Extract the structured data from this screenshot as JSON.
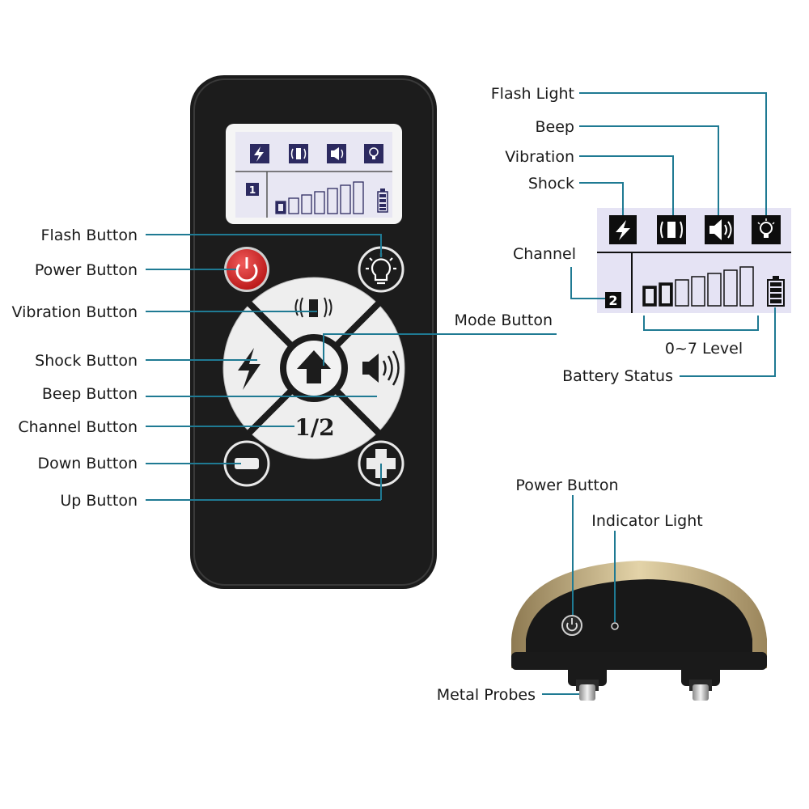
{
  "remote_callouts": {
    "flash_button": "Flash Button",
    "power_button": "Power Button",
    "vibration_button": "Vibration Button",
    "shock_button": "Shock Button",
    "beep_button": "Beep Button",
    "channel_button": "Channel Button",
    "down_button": "Down Button",
    "up_button": "Up Button",
    "mode_button": "Mode Button"
  },
  "display_callouts": {
    "flash_light": "Flash Light",
    "beep": "Beep",
    "vibration": "Vibration",
    "shock": "Shock",
    "channel": "Channel",
    "level": "0~7 Level",
    "battery_status": "Battery Status"
  },
  "receiver_callouts": {
    "power_button": "Power Button",
    "indicator_light": "Indicator Light",
    "metal_probes": "Metal Probes"
  },
  "remote": {
    "channel_button_text": "1/2",
    "screen_channel": "1",
    "screen_level": 1
  },
  "display_detail": {
    "channel": "2",
    "level": 2
  },
  "colors": {
    "leader": "#1f7a93",
    "remote_body": "#1c1c1c",
    "power_red": "#d42424",
    "lcd_bg": "#e5e3f4",
    "receiver_gold": "#b9a47a"
  }
}
